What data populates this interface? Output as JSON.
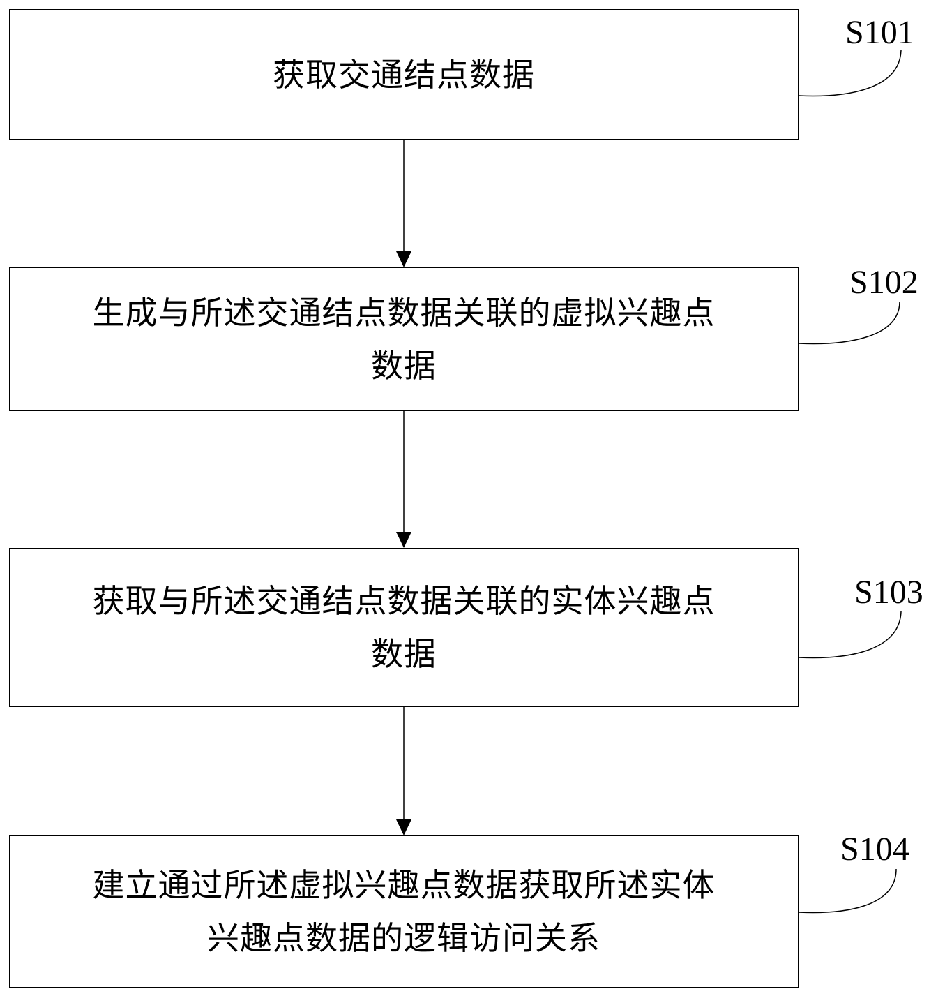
{
  "steps": [
    {
      "id": "S101",
      "text": "获取交通结点数据"
    },
    {
      "id": "S102",
      "text": "生成与所述交通结点数据关联的虚拟兴趣点\n数据"
    },
    {
      "id": "S103",
      "text": "获取与所述交通结点数据关联的实体兴趣点\n数据"
    },
    {
      "id": "S104",
      "text": "建立通过所述虚拟兴趣点数据获取所述实体\n兴趣点数据的逻辑访问关系"
    }
  ],
  "colors": {
    "stroke": "#000000",
    "background": "#ffffff"
  }
}
